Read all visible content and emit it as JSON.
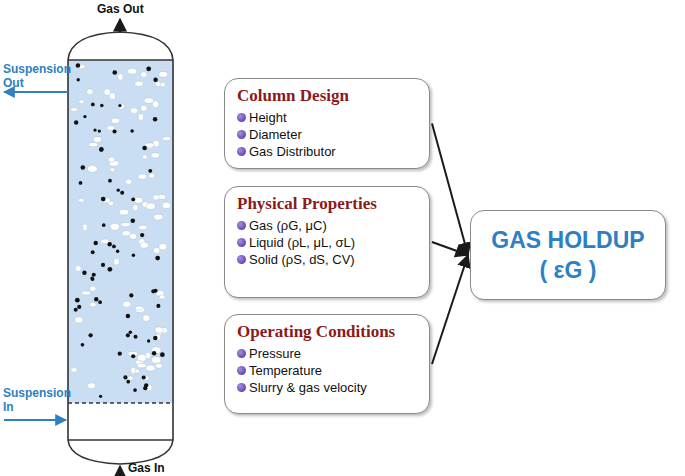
{
  "diagram": {
    "nodes": [
      {
        "text": [
          "Column Design",
          "Height",
          "Diameter",
          "Gas Distributor"
        ]
      },
      {
        "text": [
          "Physical Properties",
          "Gas (ρG, μC)",
          "Liquid (ρL, μL, σL)",
          "Solid (ρS, dS, CV)"
        ]
      },
      {
        "text": [
          "Operating Conditions",
          "Pressure",
          "Temperature",
          "Slurry & gas velocity"
        ]
      },
      {
        "text": [
          "GAS HOLDUP",
          "( εG )"
        ]
      }
    ],
    "edges": [
      {
        "from": 0,
        "to": 3,
        "arrow": "to"
      },
      {
        "from": 1,
        "to": 3,
        "arrow": "to"
      },
      {
        "from": 2,
        "to": 3,
        "arrow": "to"
      }
    ],
    "labels": [
      "Gas Out",
      "Suspension Out",
      "Suspension In",
      "Gas In"
    ]
  }
}
